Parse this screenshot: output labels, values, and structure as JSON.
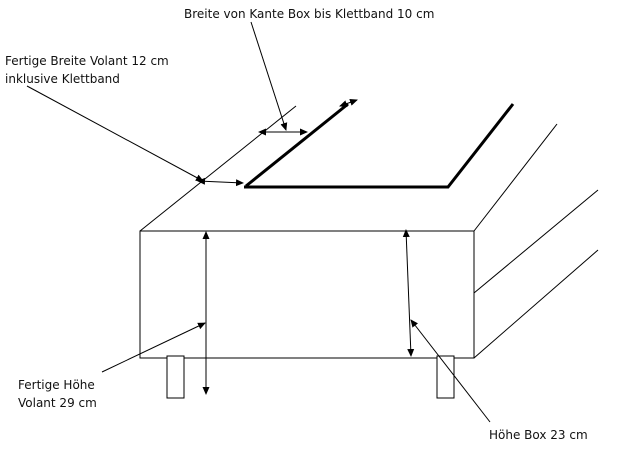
{
  "labels": {
    "breite_kante": "Breite von Kante Box bis Klettband 10 cm",
    "fertige_breite_line1": "Fertige Breite Volant 12 cm",
    "fertige_breite_line2": "inklusive Klettband",
    "fertige_hoehe_line1": "Fertige Höhe",
    "fertige_hoehe_line2": "Volant 29 cm",
    "hoehe_box": "Höhe Box 23 cm"
  },
  "colors": {
    "line": "#000000",
    "text": "#111111"
  }
}
